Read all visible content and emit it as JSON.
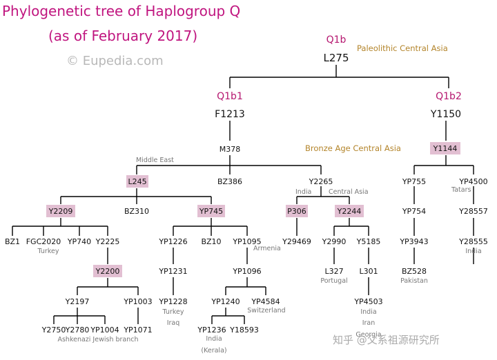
{
  "header": {
    "title": "Phylogenetic tree of Haplogroup Q",
    "date": "(as of February 2017)",
    "copyright": "© Eupedia.com"
  },
  "watermark": "知乎 @父系祖源研究所",
  "colors": {
    "haplogroup": "#b5166f",
    "highlight": "#e2bfd2",
    "era": "#b3842a",
    "header": "#c0157f"
  },
  "tree": {
    "q1b": "Q1b",
    "l275": "L275",
    "paleolithic": "Paleolithic Central Asia",
    "q1b1": "Q1b1",
    "f1213": "F1213",
    "q1b2": "Q1b2",
    "y1150": "Y1150",
    "m378": "M378",
    "bronze_age": "Bronze Age Central Asia",
    "y1144": "Y1144",
    "middle_east": "Middle East",
    "l245": "L245",
    "bz386": "BZ386",
    "y2265": "Y2265",
    "india": "India",
    "central_asia": "Central Asia",
    "yp755": "YP755",
    "yp4500": "YP4500",
    "tatars": "Tatars",
    "y2209": "Y2209",
    "bz310": "BZ310",
    "yp745": "YP745",
    "p306": "P306",
    "y2244": "Y2244",
    "yp754": "YP754",
    "y28557": "Y28557",
    "bz1": "BZ1",
    "fgc2020": "FGC2020",
    "yp740": "YP740",
    "y2225": "Y2225",
    "turkey": "Turkey",
    "yp1226": "YP1226",
    "bz10": "BZ10",
    "yp1095": "YP1095",
    "armenia": "Armenia",
    "y29469": "Y29469",
    "y2990": "Y2990",
    "y5185": "Y5185",
    "yp3943": "YP3943",
    "y28555": "Y28555",
    "india_r": "India",
    "y2200": "Y2200",
    "yp1231": "YP1231",
    "yp1096": "YP1096",
    "l327": "L327",
    "portugal": "Portugal",
    "l301": "L301",
    "bz528": "BZ528",
    "pakistan": "Pakistan",
    "y2197": "Y2197",
    "yp1003": "YP1003",
    "yp1228": "YP1228",
    "turkey2": "Turkey",
    "iraq": "Iraq",
    "yp1240": "YP1240",
    "yp4584": "YP4584",
    "switzerland": "Switzerland",
    "yp4503": "YP4503",
    "india2": "India",
    "iran": "Iran",
    "georgia": "Georgia",
    "y2750": "Y2750",
    "y2780": "Y2780",
    "yp1004": "YP1004",
    "yp1071": "YP1071",
    "ashkenazi": "Ashkenazi Jewish branch",
    "yp1236": "YP1236",
    "y18593": "Y18593",
    "india3": "India",
    "kerala": "(Kerala)"
  }
}
